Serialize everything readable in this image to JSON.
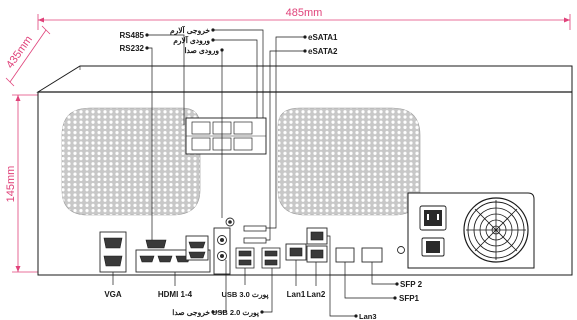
{
  "dimensions": {
    "width": "485mm",
    "depth": "435mm",
    "height": "145mm"
  },
  "labels": {
    "rs485": "RS485",
    "rs232": "RS232",
    "alarm_out": "خروجی آلارم",
    "alarm_in": "ورودی آلارم",
    "audio_in": "ورودی صدا",
    "audio_out": "خروجی صدا",
    "esata1": "eSATA1",
    "esata2": "eSATA2",
    "vga": "VGA",
    "hdmi": "HDMI 1-4",
    "usb3": "USB 3.0 پورت",
    "usb2": "USB 2.0 پورت",
    "lan1": "Lan1",
    "lan2": "Lan2",
    "lan3": "Lan3",
    "sfp1": "SFP1",
    "sfp2": "SFP 2"
  },
  "colors": {
    "dimension": "#e0427a",
    "chassis_stroke": "#1a1a1a",
    "fan_fill": "#c8c8c8"
  }
}
